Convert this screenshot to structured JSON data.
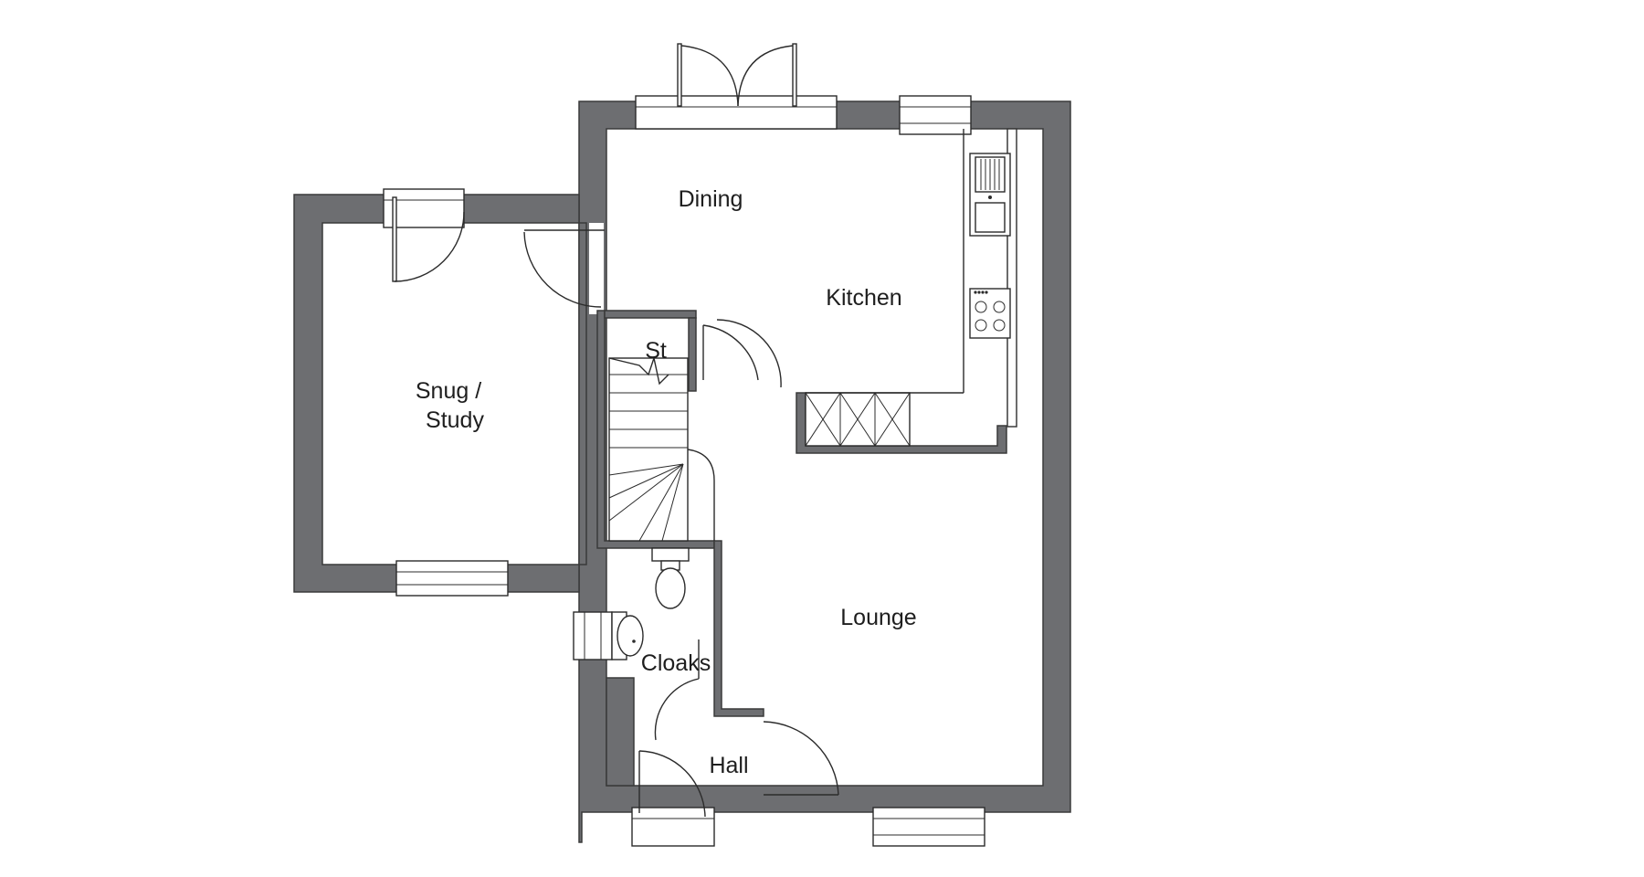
{
  "colors": {
    "background": "#ffffff",
    "wall": "#6d6e71",
    "line": "#2b2b2b",
    "text": "#1e1e1e"
  },
  "rooms": {
    "dining": "Dining",
    "kitchen": "Kitchen",
    "snug_line1": "Snug /",
    "snug_line2": "Study",
    "store": "St",
    "lounge": "Lounge",
    "cloaks": "Cloaks",
    "hall": "Hall"
  },
  "icons": [
    "french-doors-icon",
    "window-icon",
    "door-swing-icon",
    "sink-icon",
    "hob-icon",
    "toilet-icon",
    "basin-icon",
    "staircase-icon",
    "cupboard-icon"
  ]
}
